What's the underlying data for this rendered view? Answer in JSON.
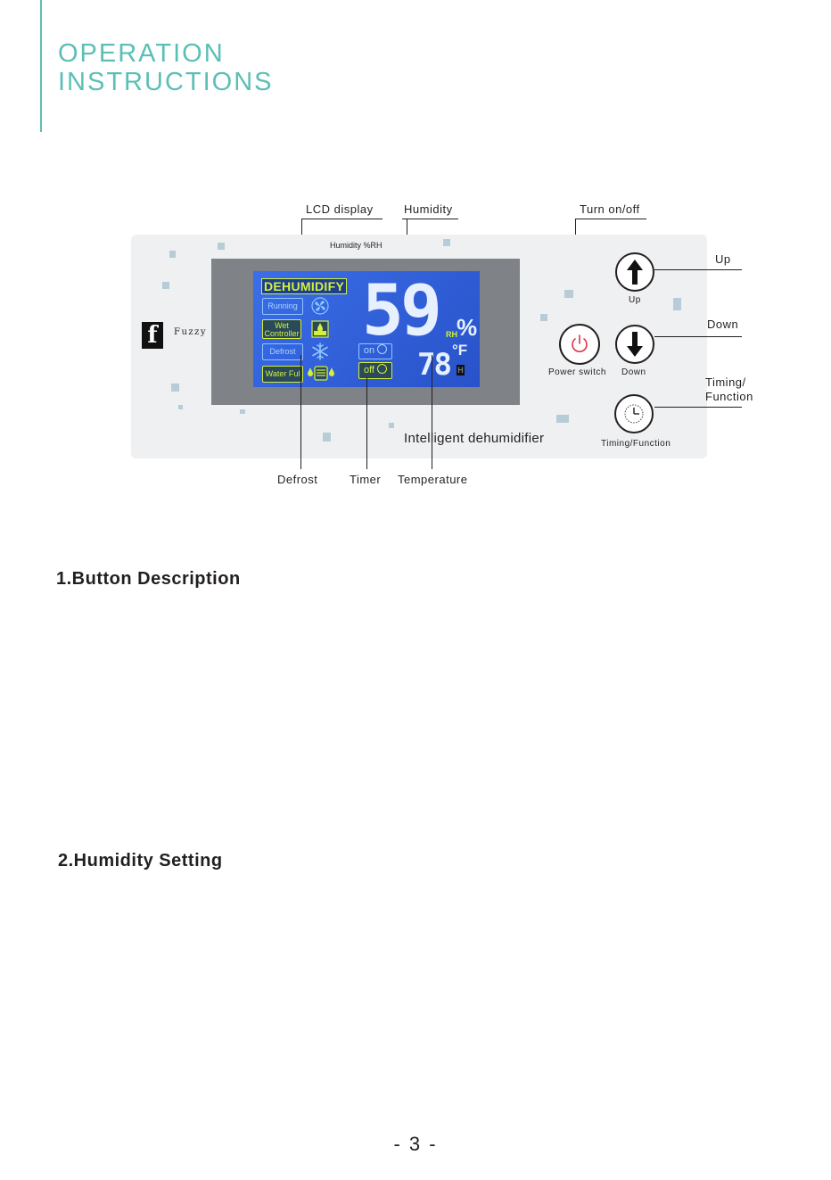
{
  "heading": {
    "line1": "OPERATION",
    "line2": "INSTRUCTIONS"
  },
  "callouts": {
    "lcd_display": "LCD display",
    "humidity": "Humidity",
    "turn_on_off": "Turn on/off",
    "up": "Up",
    "down": "Down",
    "timing_line1": "Timing/",
    "timing_line2": "Function",
    "defrost": "Defrost",
    "timer": "Timer",
    "temperature": "Temperature"
  },
  "panel": {
    "brand_logo": "f",
    "brand_name": "Fuzzy",
    "humidity_caption": "Humidity %RH",
    "product_name": "Intelligent dehumidifier",
    "lcd": {
      "mode": "DEHUMIDIFY",
      "running": "Running",
      "wet_line1": "Wet",
      "wet_line2": "Controller",
      "defrost": "Defrost",
      "water_full": "Water Ful",
      "humidity_value": "59",
      "humidity_unit_small": "RH",
      "humidity_unit": "%",
      "timer_on": "on",
      "timer_off": "off",
      "temperature_value": "78",
      "temperature_unit": "°F",
      "indicator_h": "H"
    },
    "buttons": {
      "power": "Power switch",
      "up": "Up",
      "down": "Down",
      "timing": "Timing/Function"
    }
  },
  "sections": {
    "s1": "1.Button Description",
    "s2": "2.Humidity Setting"
  },
  "page_number": "- 3 -",
  "colors": {
    "accent": "#5bbfb6",
    "lcd_blue": "#2f5fd6",
    "lcd_green": "#d4f03a",
    "power_red": "#e0304a"
  }
}
